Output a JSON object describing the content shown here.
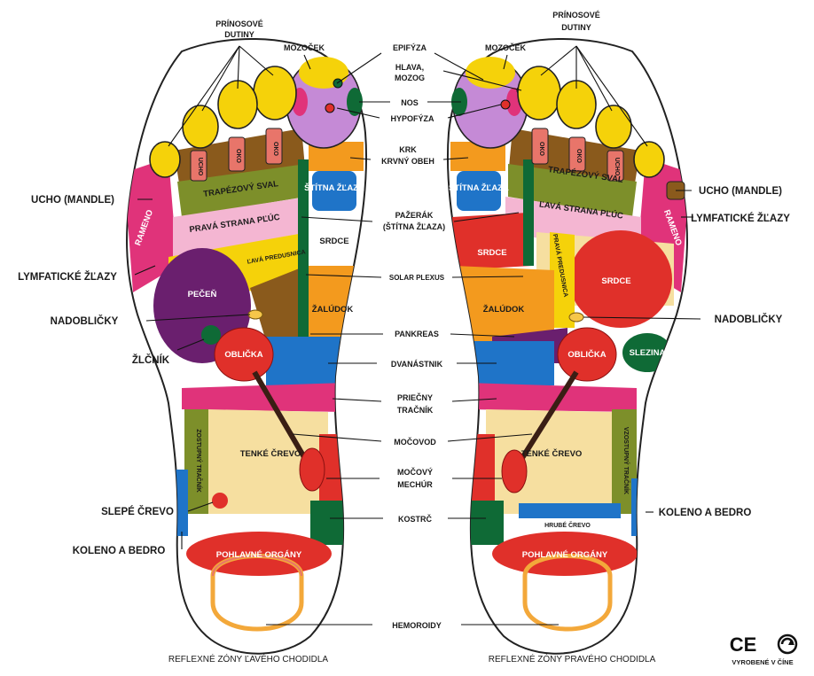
{
  "colors": {
    "yellow": "#f5d20a",
    "magenta": "#e0337a",
    "purple": "#6a1f6e",
    "lilac": "#c58ad6",
    "orange": "#f39a1e",
    "blue": "#1f74c8",
    "red": "#e0302a",
    "green": "#0f6a36",
    "olive": "#7d8f2a",
    "pink": "#f4b6d2",
    "brown": "#8a5a1c",
    "gold": "#f6c64a",
    "salmon": "#e8756a",
    "cream": "#f6dfa0",
    "grey": "#bfb8ae"
  },
  "callouts": {
    "prinosove_dutiny": "PRÍNOSOVÉ DUTINY",
    "mozocek": "MOZOČEK",
    "epifyza": "EPIFÝZA",
    "hlava_mozog": "HLAVA, MOZOG",
    "nos": "NOS",
    "hypofyza": "HYPOFÝZA",
    "krk_krvny_obeh": "KRK KRVNÝ OBEH",
    "ucho_mandle": "UCHO (MANDLE)",
    "pazerak": "PAŽERÁK (ŠTÍTNA ŽĽAZA)",
    "lymfaticke_zlazy": "LYMFATICKÉ ŽĽAZY",
    "solar_plexus": "SOLAR PLEXUS",
    "nadoblicky": "NADOBLIČKY",
    "pankreas": "PANKREAS",
    "zlcnik": "ŽLČNÍK",
    "dvanastnik": "DVANÁSTNIK",
    "priecny_tracnik": "PRIEČNY TRAČNÍK",
    "mocovod": "MOČOVOD",
    "mocovy_mechur": "MOČOVÝ MECHÚR",
    "slepe_crevo": "SLEPÉ ČREVO",
    "kostrc": "KOSTRČ",
    "koleno_a_bedro": "KOLENO A BEDRO",
    "hemoroidy": "HEMOROIDY"
  },
  "zones": {
    "oko": "OKO",
    "ucho": "UCHO",
    "trapezovy_sval": "TRAPÉZOVÝ SVAL",
    "prava_strana_pluc": "PRAVÁ STRANA PĽÚC",
    "lava_strana_pluc": "ĽAVÁ STRANA PĽÚC",
    "lava_predusnica": "ĽAVÁ PREDUSNICA",
    "prava_predusnica": "PRAVÁ PREDUSNICA",
    "rameno": "RAMENO",
    "stitna_zlaza": "ŠTÍTNA ŽĽAZA",
    "srdce": "SRDCE",
    "pecen": "PEČEŇ",
    "zaludok": "ŽALÚDOK",
    "oblicka": "OBLIČKA",
    "slezina": "SLEZINA",
    "tenke_crevo": "TENKÉ ČREVO",
    "zostupny_tracnik": "ZOSTUPNÝ TRAČNÍK",
    "vzostupny_tracnik": "VZOSTUPNÝ TRAČNÍK",
    "hrube_crevo": "HRUBÉ ČREVO",
    "pohlavne_organy": "POHLAVNÉ ORGÁNY"
  },
  "captions": {
    "left": "REFLEXNÉ ZÓNY ĽAVÉHO CHODIDLA",
    "right": "REFLEXNÉ ZÓNY PRAVÉHO CHODIDLA",
    "made_in": "VYROBENÉ V ČÍNE",
    "ce_mark": "CE"
  }
}
